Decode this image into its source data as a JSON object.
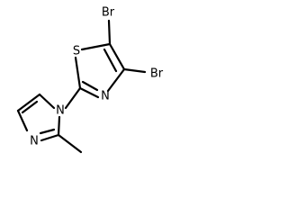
{
  "molecule": {
    "atoms": {
      "br1": "Br",
      "br2": "Br",
      "s": "S",
      "n_thiazole": "N",
      "n_imidazole_1": "N",
      "n_imidazole_3": "N"
    }
  }
}
